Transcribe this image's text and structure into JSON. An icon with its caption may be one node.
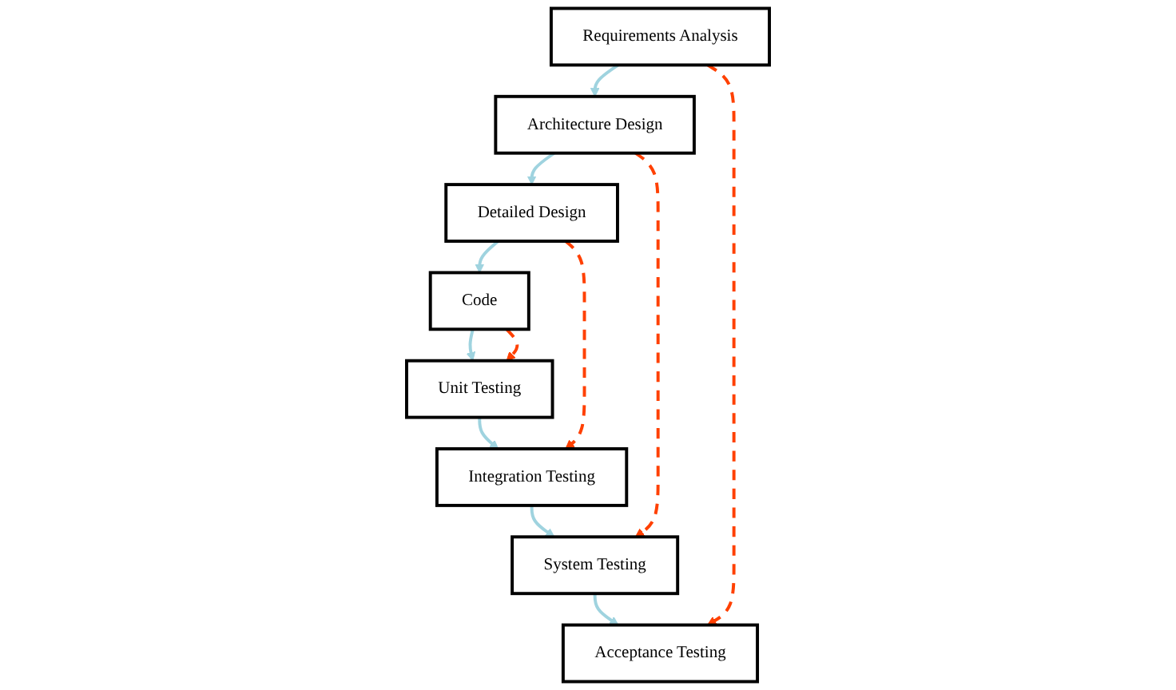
{
  "diagram": {
    "nodes": [
      {
        "text": [
          "Requirements Analysis"
        ]
      },
      {
        "text": [
          "Acceptance Testing"
        ]
      },
      {
        "text": [
          "Architecture Design"
        ]
      },
      {
        "text": [
          "System Testing"
        ]
      },
      {
        "text": [
          "Detailed Design"
        ]
      },
      {
        "text": [
          "Integration Testing"
        ]
      },
      {
        "text": [
          "Code"
        ]
      },
      {
        "text": [
          "Unit Testing"
        ]
      }
    ],
    "edges": [
      {
        "from": 0,
        "to": 2,
        "arrow": "to"
      },
      {
        "from": 2,
        "to": 4,
        "arrow": "to"
      },
      {
        "from": 4,
        "to": 6,
        "arrow": "to"
      },
      {
        "from": 6,
        "to": 7,
        "arrow": "to"
      },
      {
        "from": 7,
        "to": 5,
        "arrow": "to"
      },
      {
        "from": 5,
        "to": 3,
        "arrow": "to"
      },
      {
        "from": 3,
        "to": 1,
        "arrow": "to"
      },
      {
        "from": 0,
        "to": 1,
        "arrow": "to",
        "style": "dashed",
        "color": "#ff4000"
      },
      {
        "from": 2,
        "to": 3,
        "arrow": "to",
        "style": "dashed",
        "color": "#ff4000"
      },
      {
        "from": 4,
        "to": 5,
        "arrow": "to",
        "style": "dashed",
        "color": "#ff4000"
      },
      {
        "from": 6,
        "to": 7,
        "arrow": "to",
        "style": "dashed",
        "color": "#ff4000"
      }
    ]
  }
}
